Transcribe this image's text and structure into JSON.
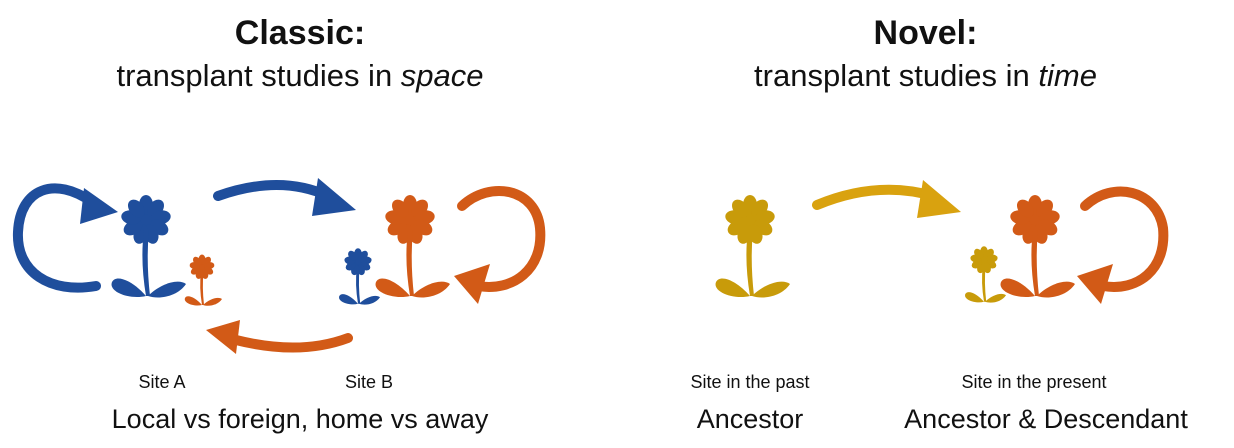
{
  "colors": {
    "blue": "#1f4e9c",
    "orange": "#d25a17",
    "gold": "#c89b0a",
    "gold_arrow": "#d9a20f",
    "text": "#111111"
  },
  "classic": {
    "heading": "Classic:",
    "subheading_prefix": "transplant studies in ",
    "subheading_emphasis": "space",
    "site_a_label": "Site A",
    "site_b_label": "Site B",
    "caption": "Local vs foreign, home vs away",
    "icons": [
      "self-loop-arrow-icon",
      "transplant-arrow-icon",
      "flower-icon",
      "return-arrow-icon"
    ]
  },
  "novel": {
    "heading": "Novel:",
    "subheading_prefix": "transplant studies in ",
    "subheading_emphasis": "time",
    "site_past_label": "Site in the past",
    "site_present_label": "Site in the present",
    "caption_ancestor": "Ancestor",
    "caption_both": "Ancestor & Descendant",
    "icons": [
      "time-transplant-arrow-icon",
      "flower-icon",
      "self-loop-arrow-icon"
    ]
  }
}
